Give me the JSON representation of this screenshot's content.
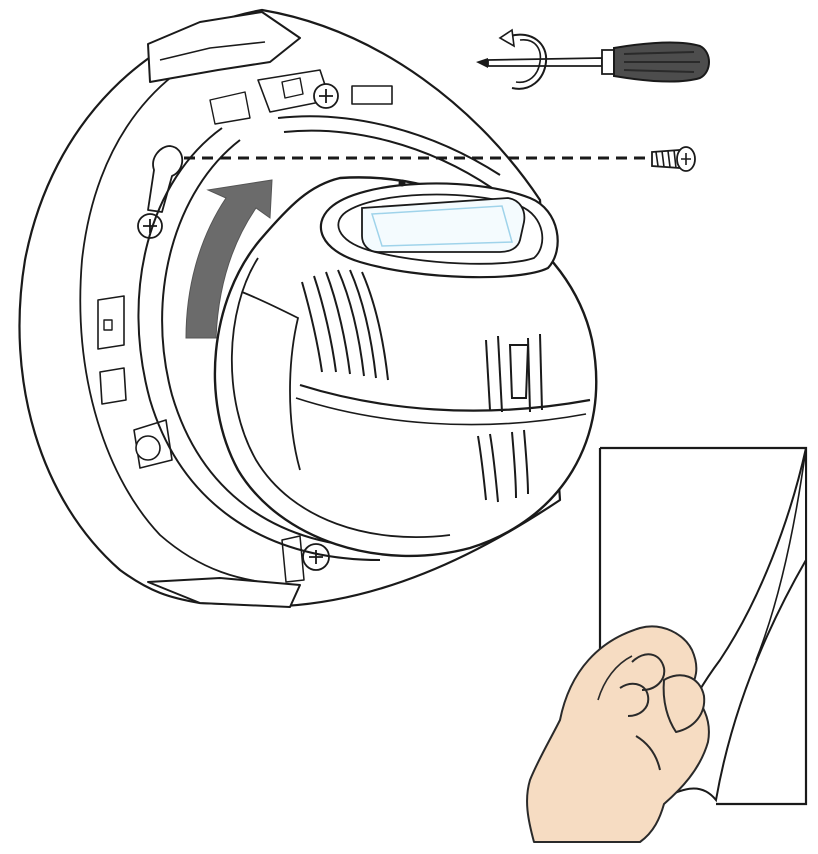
{
  "figure": {
    "kind": "installation-illustration",
    "steps": [
      {
        "id": "rotate-dome",
        "icon": "rotate-arrow-icon",
        "direction": "counter-clockwise"
      },
      {
        "id": "fasten-screw",
        "icon": "screwdriver-icon",
        "motion": "clockwise"
      },
      {
        "id": "peel-film",
        "icon": "hand-peeling-film-icon"
      }
    ],
    "colors": {
      "line": "#1a1a1a",
      "arrow": "#6b6b6b",
      "lens_glass": "#9fd3ea",
      "skin": "#f6dcc2",
      "skin_line": "#2a2a2a",
      "background": "#ffffff"
    }
  }
}
